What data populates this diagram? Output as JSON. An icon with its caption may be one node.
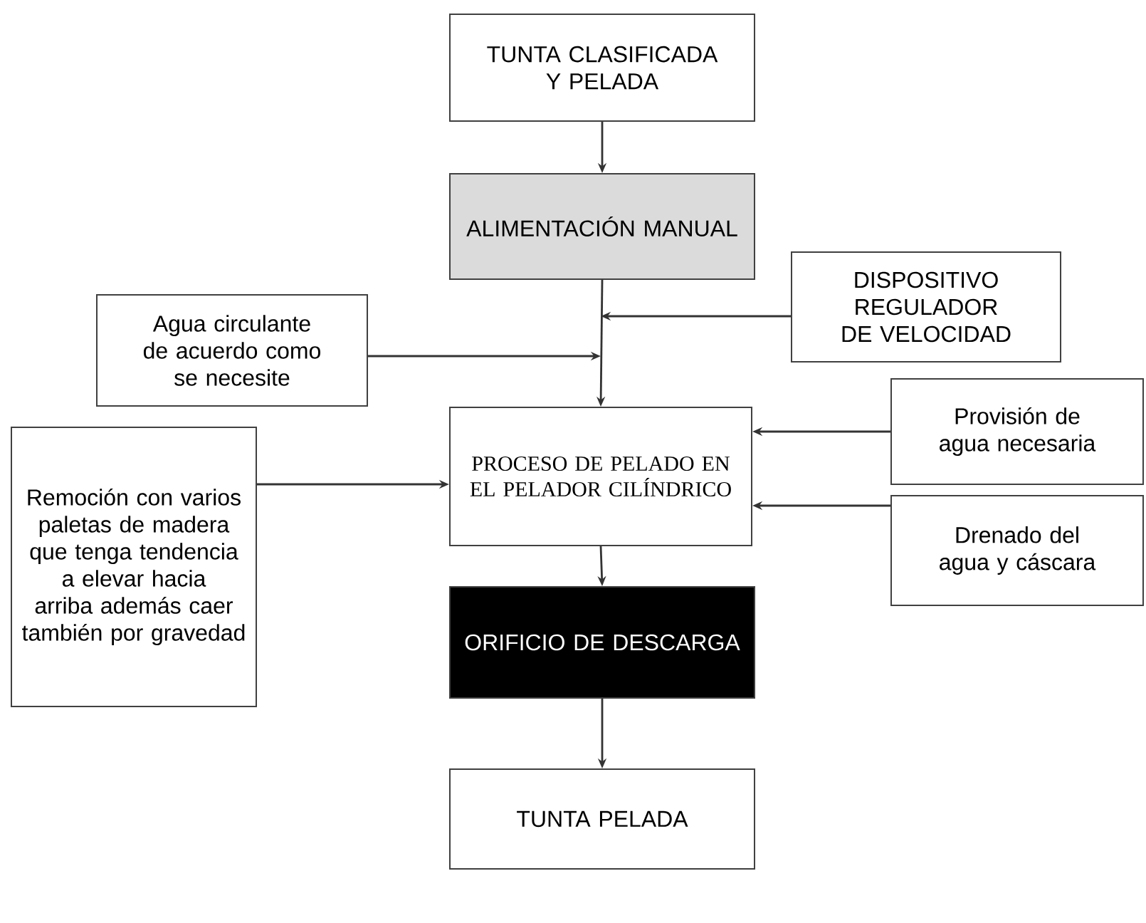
{
  "diagram": {
    "nodes": [
      {
        "text": [
          "TUNTA CLASIFICADA Y PELADA"
        ]
      },
      {
        "text": [
          "ALIMENTACIÓN MANUAL"
        ]
      },
      {
        "text": [
          "Agua circulante de acuerdo como se necesite"
        ]
      },
      {
        "text": [
          "DISPOSITIVO REGULADOR DE VELOCIDAD"
        ]
      },
      {
        "text": [
          "PROCESO DE PELADO EN EL PELADOR CILÍNDRICO"
        ]
      },
      {
        "text": [
          "Provisión de agua necesaria"
        ]
      },
      {
        "text": [
          "Remoción con varios paletas de madera que tenga tendencia a elevar hacia arriba además caer también por gravedad"
        ]
      },
      {
        "text": [
          "Drenado del agua y cáscara"
        ]
      },
      {
        "text": [
          "ORIFICIO DE DESCARGA"
        ]
      },
      {
        "text": [
          "TUNTA PELADA"
        ]
      }
    ],
    "edges": [
      {
        "from": 0,
        "to": 1,
        "arrow": "to"
      },
      {
        "from": 1,
        "to": 4,
        "arrow": "to"
      },
      {
        "from": 2,
        "to": null,
        "arrow": "to"
      },
      {
        "from": 3,
        "to": null,
        "arrow": "to"
      },
      {
        "from": 5,
        "to": 4,
        "arrow": "to"
      },
      {
        "from": 6,
        "to": 4,
        "arrow": "to"
      },
      {
        "from": 7,
        "to": 4,
        "arrow": "to"
      },
      {
        "from": 4,
        "to": 8,
        "arrow": "to"
      },
      {
        "from": 8,
        "to": 9,
        "arrow": "to"
      }
    ]
  }
}
